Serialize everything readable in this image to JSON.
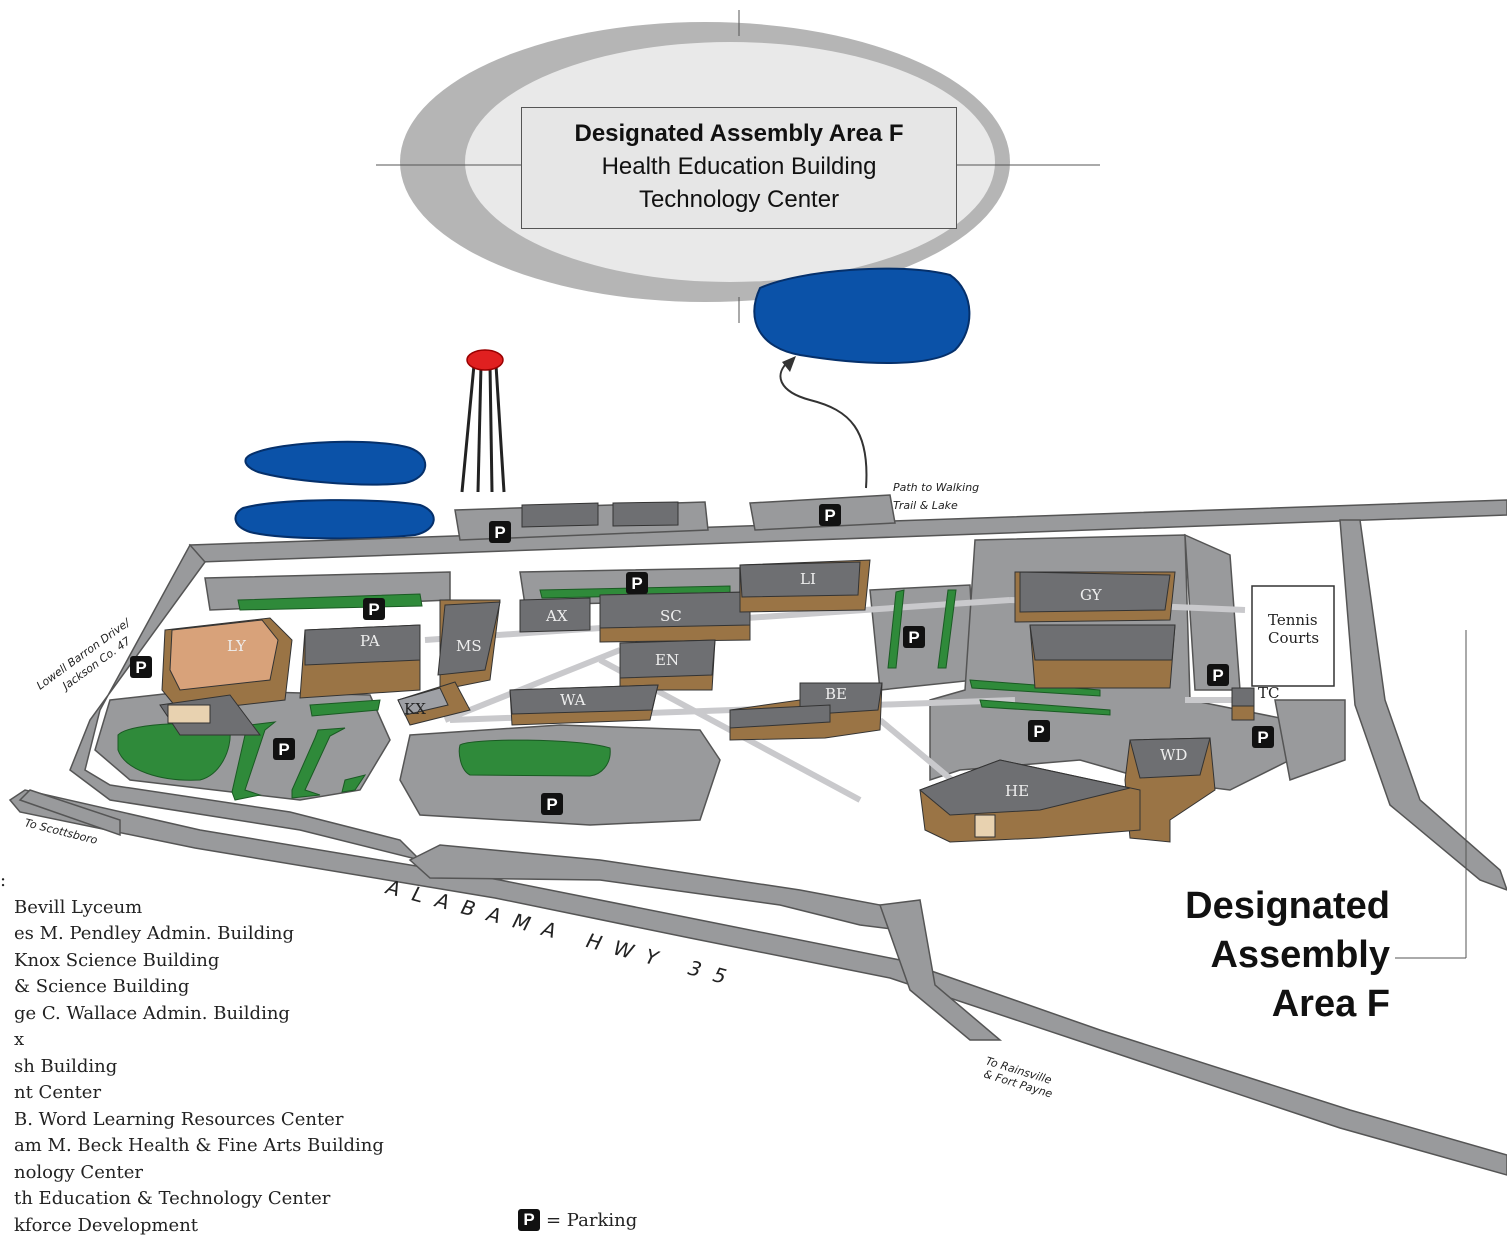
{
  "callout": {
    "title": "Designated Assembly Area F",
    "line2": "Health Education Building",
    "line3": "Technology Center"
  },
  "assembly_label": [
    "Designated",
    "Assembly",
    "Area F"
  ],
  "map_labels": {
    "highway": "ALABAMA HWY 35",
    "to_scottsboro": "To Scottsboro",
    "to_rainsville": [
      "To Rainsville",
      "& Fort Payne"
    ],
    "lowell_barron": [
      "Lowell Barron Drive/",
      "Jackson Co. 47"
    ],
    "walking_trail": [
      "Path to Walking",
      "Trail & Lake"
    ],
    "tennis": [
      "Tennis",
      "Courts"
    ],
    "parking_symbol": "P"
  },
  "buildings": [
    "LY",
    "PA",
    "MS",
    "KX",
    "AX",
    "SC",
    "LI",
    "EN",
    "WA",
    "BE",
    "GY",
    "TC",
    "WD",
    "HE"
  ],
  "legend": [
    ":",
    "Bevill Lyceum",
    "es M. Pendley Admin. Building",
    "Knox Science Building",
    "& Science Building",
    "ge C. Wallace Admin. Building",
    "x",
    "sh Building",
    "nt Center",
    "B. Word Learning Resources Center",
    "am M. Beck Health & Fine Arts Building",
    "nology Center",
    "th Education & Technology Center",
    "kforce Development"
  ],
  "parking_key": "= Parking",
  "colors": {
    "road": "#999a9c",
    "building_roof": "#6e6f72",
    "building_wall": "#9a7445",
    "lake": "#0b52a8",
    "grass": "#2f8a3a",
    "water_tower": "#e02020",
    "callout_ring": "#b5b5b5"
  }
}
